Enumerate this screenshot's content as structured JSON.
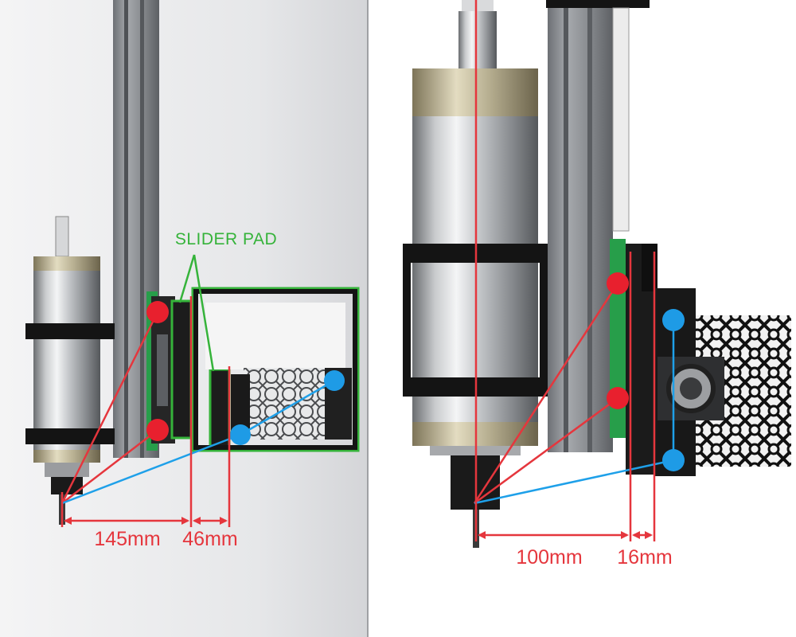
{
  "colors": {
    "dimension_red": "#e5363d",
    "force_line_blue": "#1ea0e9",
    "callout_green": "#35b33a",
    "red_dot": "#e8202e",
    "blue_dot": "#1e9be6",
    "rail_green": "#279e4a",
    "bracket_black": "#141414",
    "extrusion_gray": "#8c8f94",
    "backdrop_gray": "#e4e5e7"
  },
  "left_panel": {
    "callout_label": "SLIDER PAD",
    "dimensions": [
      {
        "label": "145mm"
      },
      {
        "label": "46mm"
      }
    ]
  },
  "right_panel": {
    "dimensions": [
      {
        "label": "100mm"
      },
      {
        "label": "16mm"
      }
    ]
  }
}
